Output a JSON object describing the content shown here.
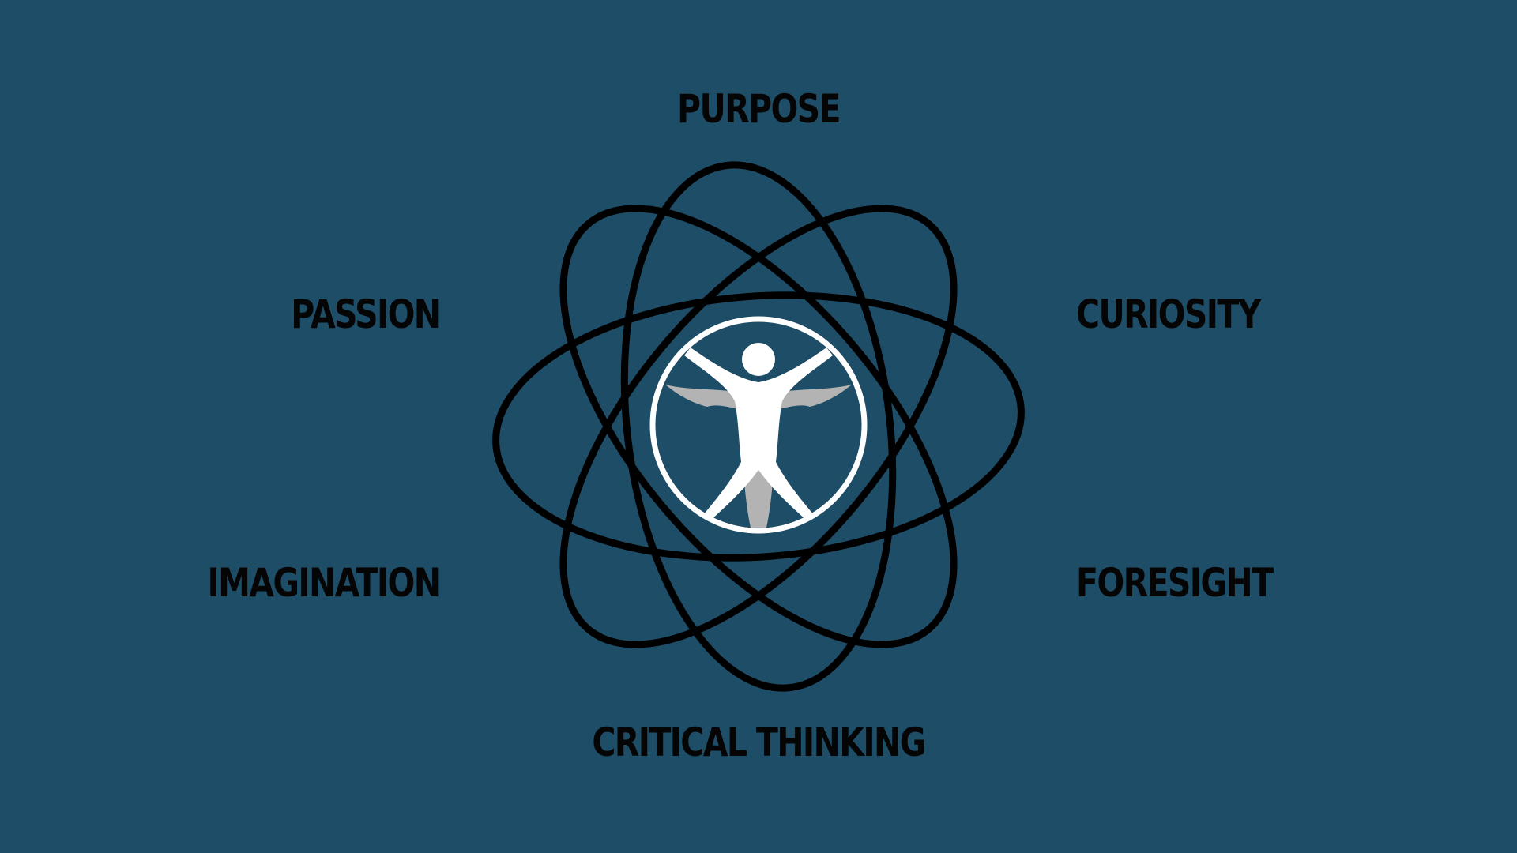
{
  "diagram": {
    "labels": {
      "top": "PURPOSE",
      "upper_left": "PASSION",
      "upper_right": "CURIOSITY",
      "lower_left": "IMAGINATION",
      "lower_right": "FORESIGHT",
      "bottom": "CRITICAL THINKING"
    },
    "center_icon": "vitruvian-figure-icon",
    "colors": {
      "background": "#1e4d67",
      "orbit_stroke": "#000000",
      "text": "#050505",
      "figure": "#ffffff",
      "figure_shadow": "#b3b3b3"
    }
  }
}
